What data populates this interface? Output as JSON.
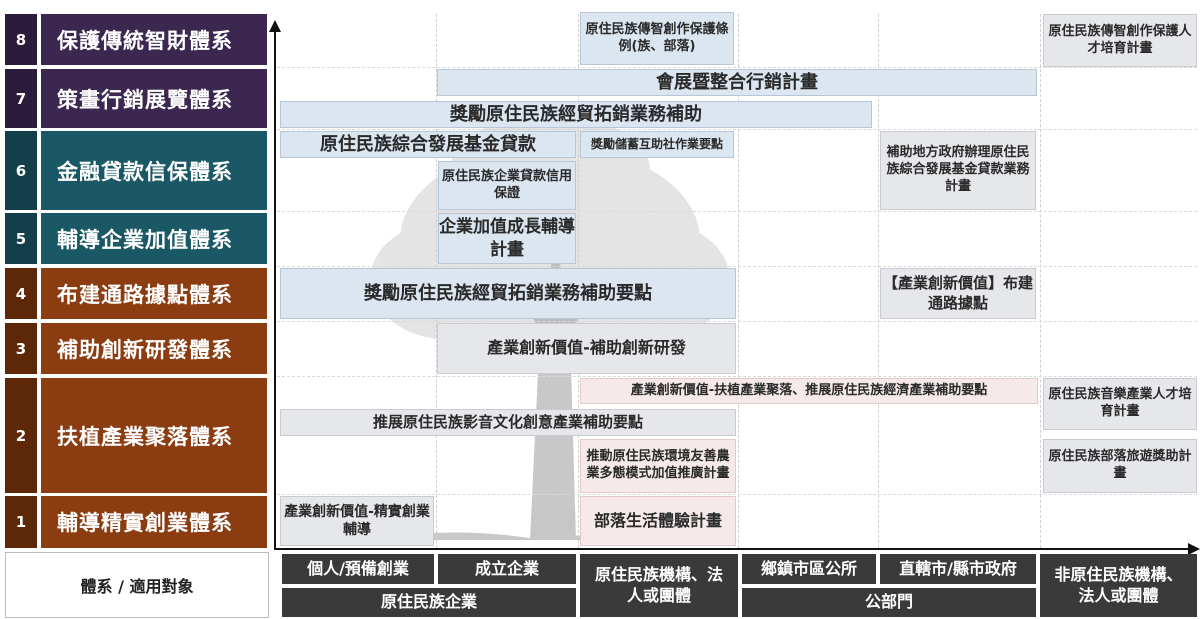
{
  "rows": [
    {
      "num": "8",
      "label": "保護傳統智財體系"
    },
    {
      "num": "7",
      "label": "策畫行銷展覽體系"
    },
    {
      "num": "6",
      "label": "金融貸款信保體系"
    },
    {
      "num": "5",
      "label": "輔導企業加值體系"
    },
    {
      "num": "4",
      "label": "布建通路據點體系"
    },
    {
      "num": "3",
      "label": "補助創新研發體系"
    },
    {
      "num": "2",
      "label": "扶植產業聚落體系"
    },
    {
      "num": "1",
      "label": "輔導精實創業體系"
    }
  ],
  "legend": "體系 / 適用對象",
  "programs": {
    "p_tradition_regulation": "原住民族傳智創作保護條例(族、部落)",
    "p_talent_ip": "原住民族傳智創作保護人才培育計畫",
    "p_exhibition": "會展暨整合行銷計畫",
    "p_trade_subsidy": "獎勵原住民族經貿拓銷業務補助",
    "p_fund_loan": "原住民族綜合發展基金貸款",
    "p_savings": "獎勵儲蓄互助社作業要點",
    "p_local_gov": "補助地方政府辦理原住民族綜合發展基金貸款業務計畫",
    "p_credit_guarantee": "原住民族企業貸款信用保證",
    "p_value_add": "企業加值成長輔導計畫",
    "p_trade_points": "獎勵原住民族經貿拓銷業務補助要點",
    "p_channel": "【產業創新價值】布建通路據點",
    "p_rnd": "產業創新價值-補助創新研發",
    "p_cluster": "產業創新價值-扶植產業聚落、推展原住民族經濟產業補助要點",
    "p_music_talent": "原住民族音樂產業人才培育計畫",
    "p_av_culture": "推展原住民族影音文化創意產業補助要點",
    "p_eco_farm": "推動原住民族環境友善農業多態模式加值推廣計畫",
    "p_tourism": "原住民族部落旅遊獎助計畫",
    "p_startup": "產業創新價值-精實創業輔導",
    "p_tribal_life": "部落生活體驗計畫"
  },
  "targets": {
    "individual": "個人/預備創業",
    "established": "成立企業",
    "indigenous_enterprise": "原住民族企業",
    "indigenous_org": "原住民族機構、法人或團體",
    "township": "鄉鎮市區公所",
    "municipal": "直轄市/縣市政府",
    "public": "公部門",
    "non_indigenous": "非原住民族機構、法人或團體"
  },
  "colors": {
    "purple": "#3b2750",
    "teal": "#1b5866",
    "brown": "#8b3c10",
    "box_blue": "#dbe6f1",
    "box_grey": "#e6e7ea",
    "target_bg": "#3a3a3a"
  }
}
